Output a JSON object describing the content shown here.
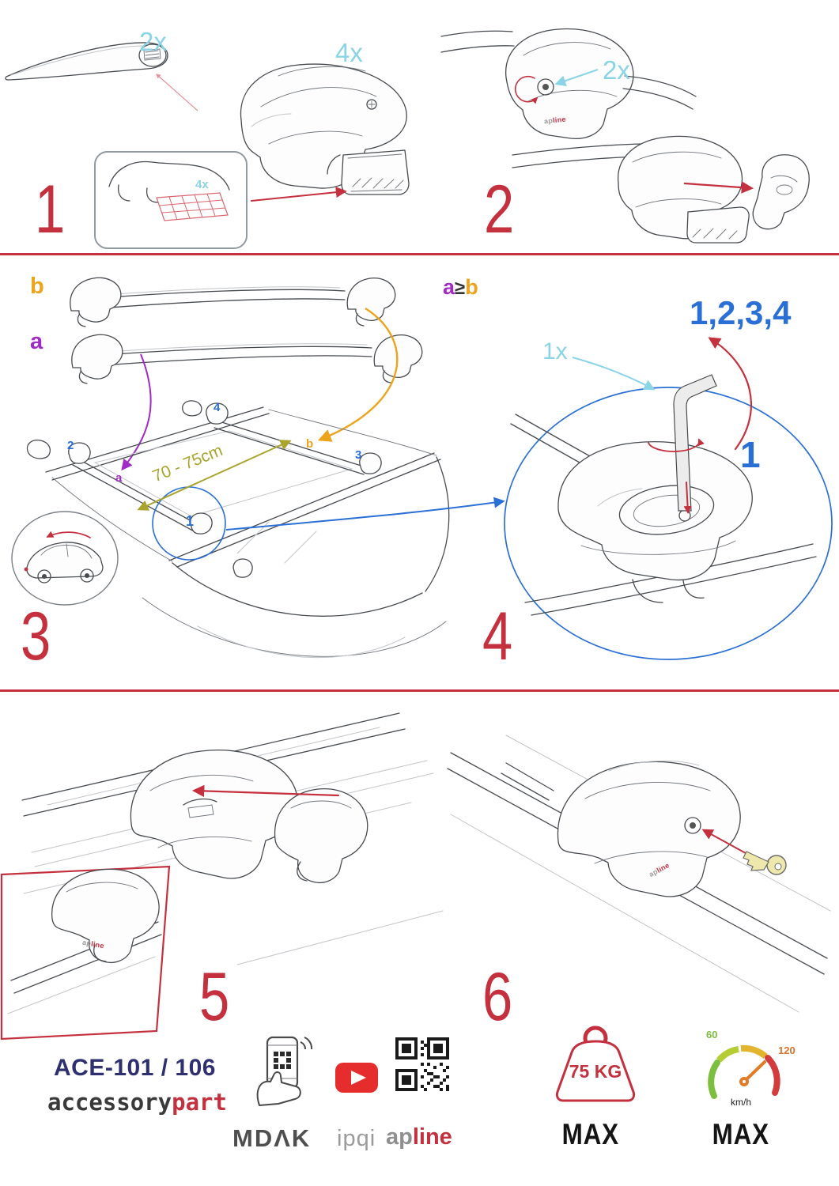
{
  "colors": {
    "accent_red": "#c5303e",
    "qty_cyan": "#8ad4e6",
    "callout_blue": "#2a6fd6",
    "label_purple": "#a12bc7",
    "label_orange": "#eda41c",
    "distance_olive": "#a8a42c",
    "model_navy": "#2e3070",
    "gauge_green": "#7cbf3f",
    "gauge_red": "#d23c3c"
  },
  "steps": {
    "one": {
      "num": "1",
      "bar_qty": "2x",
      "foot_qty": "4x",
      "pad_qty": "4x"
    },
    "two": {
      "num": "2",
      "key_qty": "2x"
    },
    "three": {
      "num": "3",
      "bar_b": "b",
      "bar_a": "a",
      "distance": "70 - 75cm",
      "pos1": "1",
      "pos2": "2",
      "pos3": "3",
      "pos4": "4",
      "tag_a": "a",
      "tag_b": "b"
    },
    "four": {
      "num": "4",
      "rule_a": "a",
      "rule_op": "≥",
      "rule_b": "b",
      "order": "1,2,3,4",
      "tool_qty": "1x",
      "first": "1"
    },
    "five": {
      "num": "5"
    },
    "six": {
      "num": "6"
    }
  },
  "footer": {
    "model": "ACE-101 / 106",
    "brand_left": "accessory",
    "brand_right": "part",
    "mdak": "MDΛK",
    "ipqi": "ipqi",
    "ap": "ap",
    "line": "line",
    "weight": "75 KG",
    "weight_max": "MAX",
    "speed_low": "60",
    "speed_high": "120",
    "speed_unit": "km/h",
    "speed_max": "MAX"
  }
}
